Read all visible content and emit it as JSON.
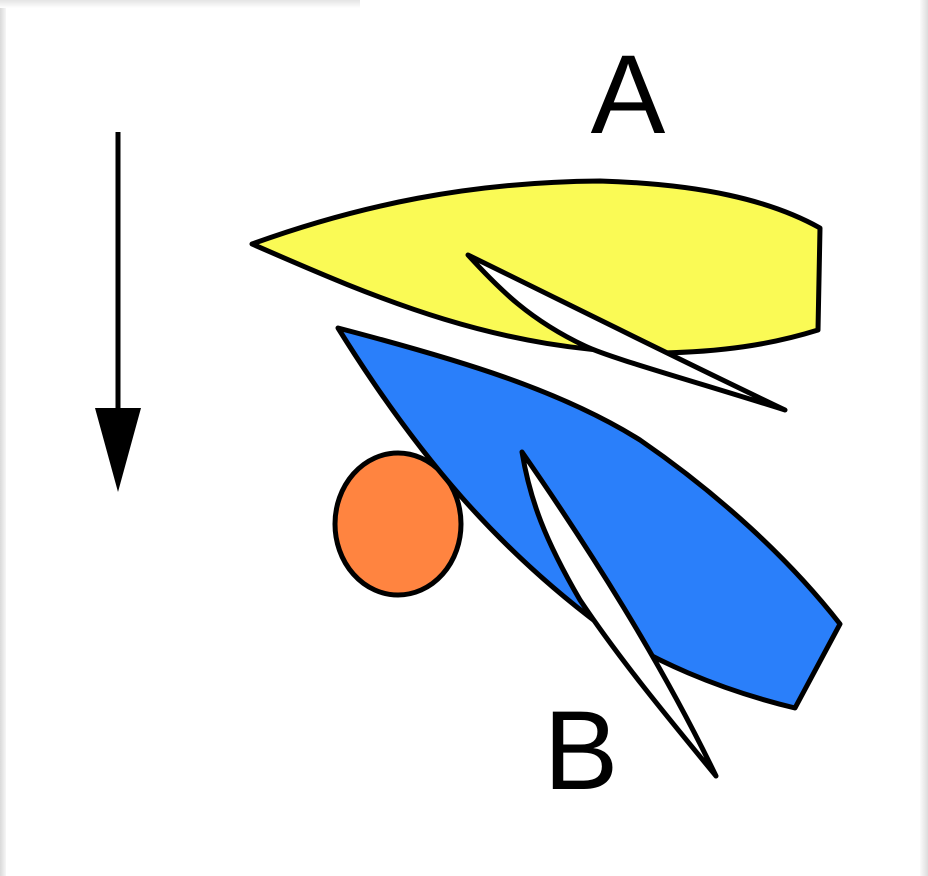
{
  "diagram": {
    "boat_a": {
      "label": "A",
      "hull_color": "#FAFA55",
      "sail_color": "#FFFFFF"
    },
    "boat_b": {
      "label": "B",
      "hull_color": "#2A7FFA",
      "sail_color": "#FFFFFF"
    },
    "mark": {
      "color": "#FF8440"
    },
    "wind_arrow": {
      "color": "#000000",
      "direction": "down"
    },
    "outline_color": "#000000"
  }
}
